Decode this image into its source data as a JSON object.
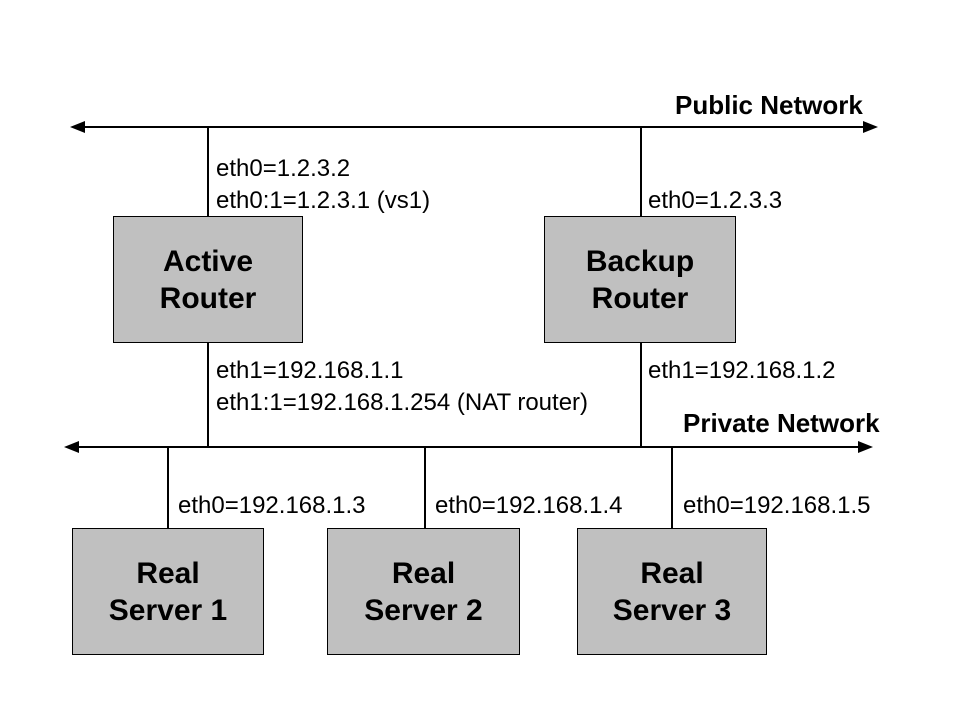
{
  "networks": {
    "public": {
      "label": "Public Network"
    },
    "private": {
      "label": "Private Network"
    }
  },
  "nodes": {
    "active_router": {
      "label": "Active\nRouter",
      "eth0": "eth0=1.2.3.2",
      "eth0_alias": "eth0:1=1.2.3.1 (vs1)",
      "eth1": "eth1=192.168.1.1",
      "eth1_alias": "eth1:1=192.168.1.254 (NAT router)"
    },
    "backup_router": {
      "label": "Backup\nRouter",
      "eth0": "eth0=1.2.3.3",
      "eth1": "eth1=192.168.1.2"
    },
    "real_server_1": {
      "label": "Real\nServer 1",
      "eth0": "eth0=192.168.1.3"
    },
    "real_server_2": {
      "label": "Real\nServer 2",
      "eth0": "eth0=192.168.1.4"
    },
    "real_server_3": {
      "label": "Real\nServer 3",
      "eth0": "eth0=192.168.1.5"
    }
  },
  "colors": {
    "node_fill": "#c0c0c0",
    "node_border": "#000000",
    "line": "#000000",
    "text": "#000000",
    "background": "#ffffff"
  }
}
